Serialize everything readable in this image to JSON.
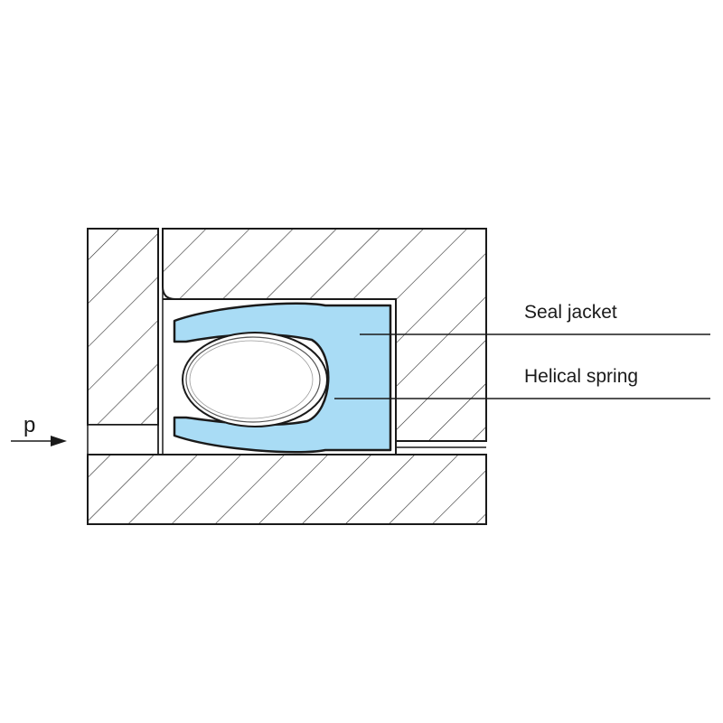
{
  "labels": {
    "seal_jacket": "Seal jacket",
    "helical_spring": "Helical spring",
    "pressure": "p"
  },
  "colors": {
    "seal_jacket_fill": "#a9dcf5",
    "line": "#1a1a1a",
    "background": "#ffffff"
  }
}
